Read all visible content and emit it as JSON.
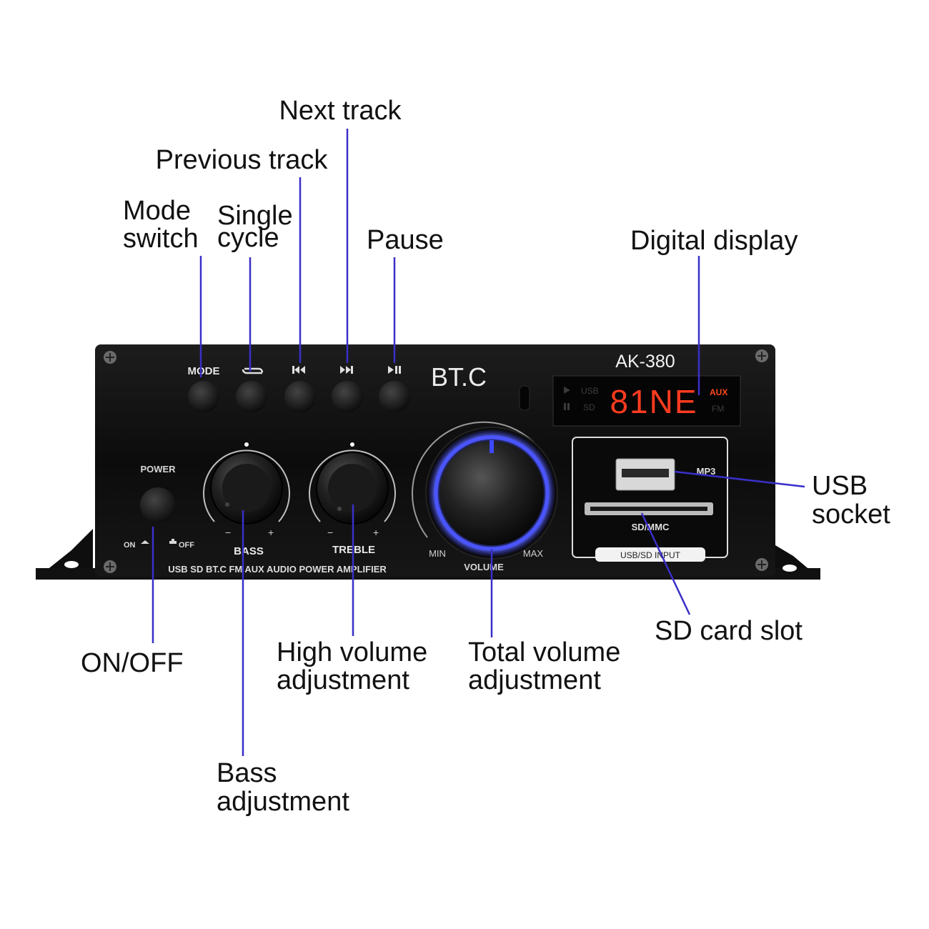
{
  "callouts": {
    "next_track": "Next track",
    "previous_track": "Previous track",
    "mode_switch": [
      "Mode",
      "switch"
    ],
    "single_cycle": [
      "Single",
      "cycle"
    ],
    "pause": "Pause",
    "digital_display": "Digital display",
    "usb_socket": [
      "USB",
      "socket"
    ],
    "sd_card_slot": "SD card slot",
    "on_off": "ON/OFF",
    "high_volume": [
      "High volume",
      "adjustment"
    ],
    "total_volume": [
      "Total volume",
      "adjustment"
    ],
    "bass_adjustment": [
      "Bass",
      "adjustment"
    ]
  },
  "panel": {
    "mode_label": "MODE",
    "brand": "BT.C",
    "model": "AK-380",
    "display_digits": "81NE",
    "display_left_top": "USB",
    "display_left_bottom": "SD",
    "display_right_top": "AUX",
    "display_right_bottom": "FM",
    "power_label": "POWER",
    "on_label": "ON",
    "off_label": "OFF",
    "bass_label": "BASS",
    "treble_label": "TREBLE",
    "volume_label": "VOLUME",
    "min_label": "MIN",
    "max_label": "MAX",
    "mp3_label": "MP3",
    "sd_mmc_label": "SD/MMC",
    "usb_sd_input": "USB/SD INPUT",
    "bottom_text": "USB SD BT.C FM AUX AUDIO POWER AMPLIFIER",
    "minus": "−",
    "plus": "+"
  },
  "colors": {
    "pointer_line": "#3a2fc9",
    "display_digits": "#ff3b1f",
    "display_aux": "#ff4a1a",
    "volume_glow": "#3d49ff",
    "panel": "#121212"
  }
}
